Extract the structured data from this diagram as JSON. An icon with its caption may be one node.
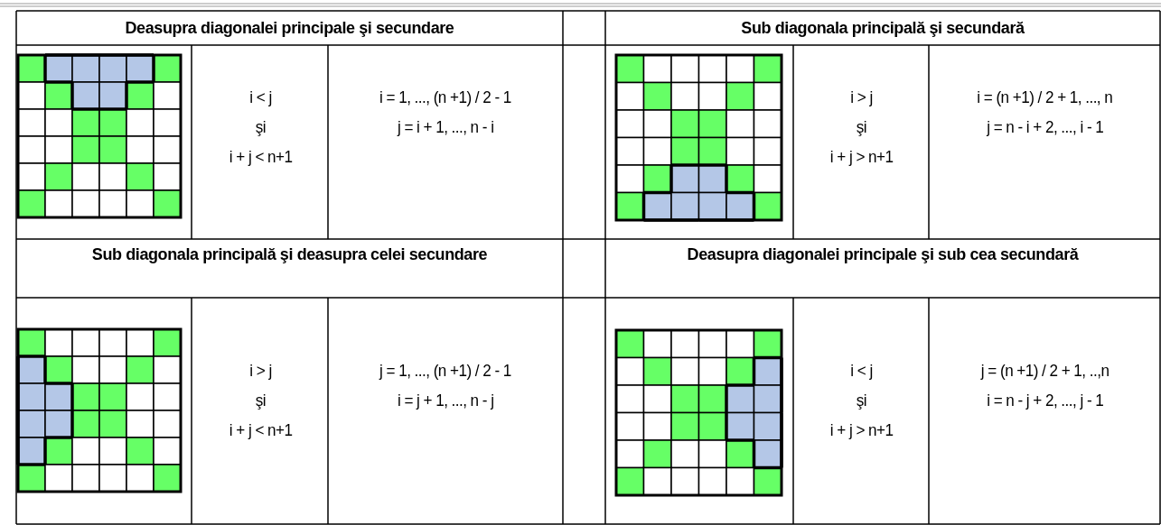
{
  "diagram": {
    "labels": [
      "Deasupra diagonalei principale şi secundare",
      "Sub diagonala principală şi secundară",
      "i < j",
      "şi",
      "i + j < n+1",
      "i = 1, ..., (n +1) / 2 - 1",
      "j = i + 1, ..., n - i",
      "i > j",
      "şi",
      "i + j > n+1",
      "i = (n +1) / 2 + 1, ..., n",
      "j = n - i + 2, ..., i - 1",
      "Sub diagonala principală şi deasupra celei secundare",
      "Deasupra diagonalei principale şi sub cea secundară",
      "i > j",
      "şi",
      "i + j < n+1",
      "j = 1, ..., (n +1) / 2 - 1",
      "i = j + 1, ..., n - j",
      "i < j",
      "şi",
      "i + j > n+1",
      "j = (n +1) / 2 + 1, ..,n",
      "i = n - j + 2, ..., j - 1"
    ]
  }
}
